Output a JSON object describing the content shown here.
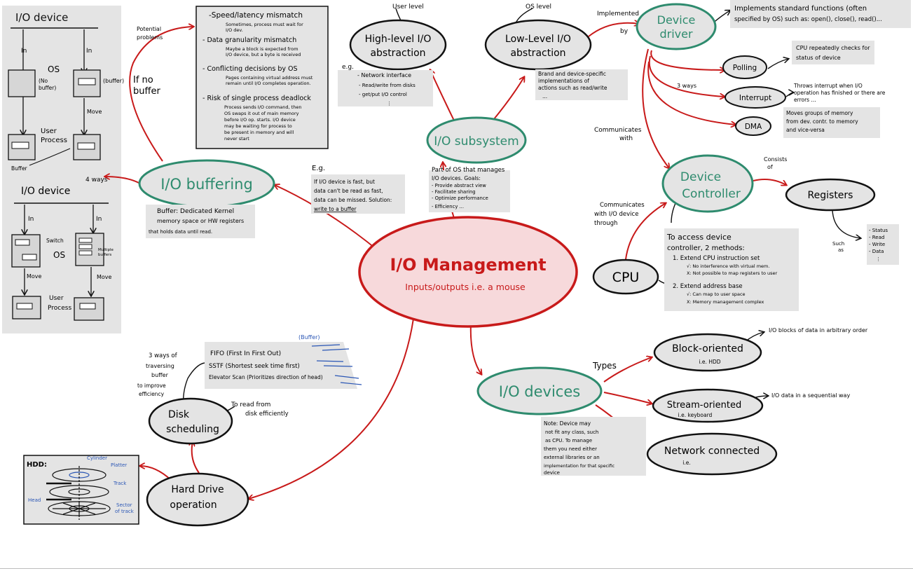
{
  "colors": {
    "accent_red": "#c81a1a",
    "teal": "#2e8b6e",
    "center_fill": "#f7d9db",
    "node_fill": "#e4e4e4",
    "note_fill": "#e4e4e4",
    "blue_annot": "#2a56b5"
  },
  "center": {
    "title": "I/O Management",
    "subtitle": "Inputs/outputs i.e. a mouse"
  },
  "nodes": {
    "io_buffering": "I/O buffering",
    "io_subsystem": "I/O subsystem",
    "io_devices": "I/O devices",
    "high_level": [
      "High-level I/O",
      "abstraction"
    ],
    "low_level": [
      "Low-Level I/O",
      "abstraction"
    ],
    "device_driver": [
      "Device",
      "driver"
    ],
    "device_controller": [
      "Device",
      "Controller"
    ],
    "registers": "Registers",
    "cpu": "CPU",
    "polling": "Polling",
    "interrupt": "Interrupt",
    "dma": "DMA",
    "block": "Block-oriented",
    "stream": "Stream-oriented",
    "network": "Network connected",
    "disk_scheduling": [
      "Disk",
      "scheduling"
    ],
    "hard_drive": [
      "Hard Drive",
      "operation"
    ]
  },
  "labels": {
    "user_level": "User level",
    "os_level": "OS level",
    "implemented_by": [
      "Implemented",
      "by"
    ],
    "three_ways_driver": "3 ways",
    "communicates_with_top": [
      "Communicates",
      "with"
    ],
    "consists_of": [
      "Consists",
      "of"
    ],
    "communicates_with_io": [
      "Communicates",
      "with I/O device",
      "through"
    ],
    "such_as": [
      "Such",
      "as"
    ],
    "potential_problems": [
      "Potential",
      "problems"
    ],
    "if_no_buffer": [
      "If no",
      "buffer"
    ],
    "four_ways": "4 ways",
    "eg": "E.g.",
    "eg_high": "e.g.",
    "types": "Types",
    "three_ways_disk": [
      "3 ways of",
      "traversing",
      "buffer",
      "to improve",
      "efficiency"
    ],
    "to_read_from": [
      "To read from",
      "disk efficiently"
    ],
    "block_desc": "I/O blocks of data in arbitrary order",
    "block_ie": "i.e. HDD",
    "stream_desc": "I/O data in a sequential way",
    "stream_ie": "i.e. keyboard",
    "network_ie": "i.e.",
    "buffer_tag": "(Buffer)"
  },
  "notes": {
    "driver_impl": [
      "Implements standard functions (often",
      "specified by OS) such as: open(), close(), read()..."
    ],
    "polling_desc": [
      "CPU repeatedly checks for",
      "status of device"
    ],
    "interrupt_desc": [
      "Throws interrupt when I/O",
      "operation has finished or there are",
      "errors ..."
    ],
    "dma_desc": [
      "Moves groups of memory",
      "from dev. contr. to memory",
      "and vice-versa"
    ],
    "low_level_desc": [
      "Brand and device-specific",
      "implementations of",
      "actions such as read/write",
      "..."
    ],
    "high_level_eg": [
      "- Network interface",
      "- Read/write from disks",
      "- get/put I/O control",
      "⋮"
    ],
    "subsystem_desc": [
      "Part of OS that manages",
      "I/O devices. Goals:",
      "- Provide abstract view",
      "- Facilitate sharing",
      "- Optimize performance",
      "- Efficiency ..."
    ],
    "buffer_eg": [
      "If I/O device is fast, but",
      "data can't be read as fast,",
      "data can be missed. Solution:",
      "write to a buffer"
    ],
    "buffer_def": [
      "Buffer: Dedicated Kernel",
      "memory space or HW registers",
      "that holds data until read."
    ],
    "registers_list": [
      "- Status",
      "- Read",
      "- Write",
      "- Data",
      "⋮"
    ],
    "controller_access": [
      "To access device",
      "controller, 2 methods:",
      "1. Extend CPU instruction set",
      "√: No interference with virtual mem.",
      "X: Not possible to map registers to user",
      "2. Extend address base",
      "√: Can map to user space",
      "X: Memory management complex"
    ],
    "devices_note": [
      "Note: Device may",
      "not fit any class, such",
      "as CPU. To manage",
      "them you need either",
      "external libraries or an",
      "implementation for that specific",
      "device"
    ],
    "problems": {
      "items": [
        {
          "title": "-Speed/latency mismatch",
          "body": [
            "Sometimes, process must wait for",
            "I/O dev."
          ]
        },
        {
          "title": "- Data granularity mismatch",
          "body": [
            "Maybe a block is expected from",
            "I/O device, but a byte is received"
          ]
        },
        {
          "title": "- Conflicting decisions by OS",
          "body": [
            "Pages containing virtual address must",
            "remain until I/O completes operation."
          ]
        },
        {
          "title": "- Risk of single process deadlock",
          "body": [
            "Process sends I/O command, then",
            "OS swaps it out of main memory",
            "before I/O op. starts. I/O device",
            "may be waiting for process to",
            "be present in memory and will",
            "never start"
          ]
        }
      ]
    },
    "scheduling": [
      "FIFO (First In First Out)",
      "SSTF (Shortest seek time first)",
      "Elevator Scan (Prioritizes direction of head)"
    ]
  },
  "sidebar_top": {
    "title": "I/O device",
    "in_left": "In",
    "in_right": "In",
    "os": "OS",
    "no_buffer": [
      "(No",
      "buffer)"
    ],
    "buffer": "(buffer)",
    "move": "Move",
    "user_process": [
      "User",
      "Process"
    ],
    "buffer_label": "Buffer"
  },
  "sidebar_bottom": {
    "title": "I/O device",
    "in_left": "In",
    "in_right": "In",
    "switch": "Switch",
    "os": "OS",
    "multiple": [
      "Multiple",
      "buffers"
    ],
    "move_left": "Move",
    "move_right": "Move",
    "user_process": [
      "User",
      "Process"
    ]
  },
  "hdd": {
    "title": "HDD:",
    "cylinder": "Cylinder",
    "platter": "Platter",
    "track": "Track",
    "head": "Head",
    "sector": [
      "Sector",
      "of track"
    ]
  }
}
